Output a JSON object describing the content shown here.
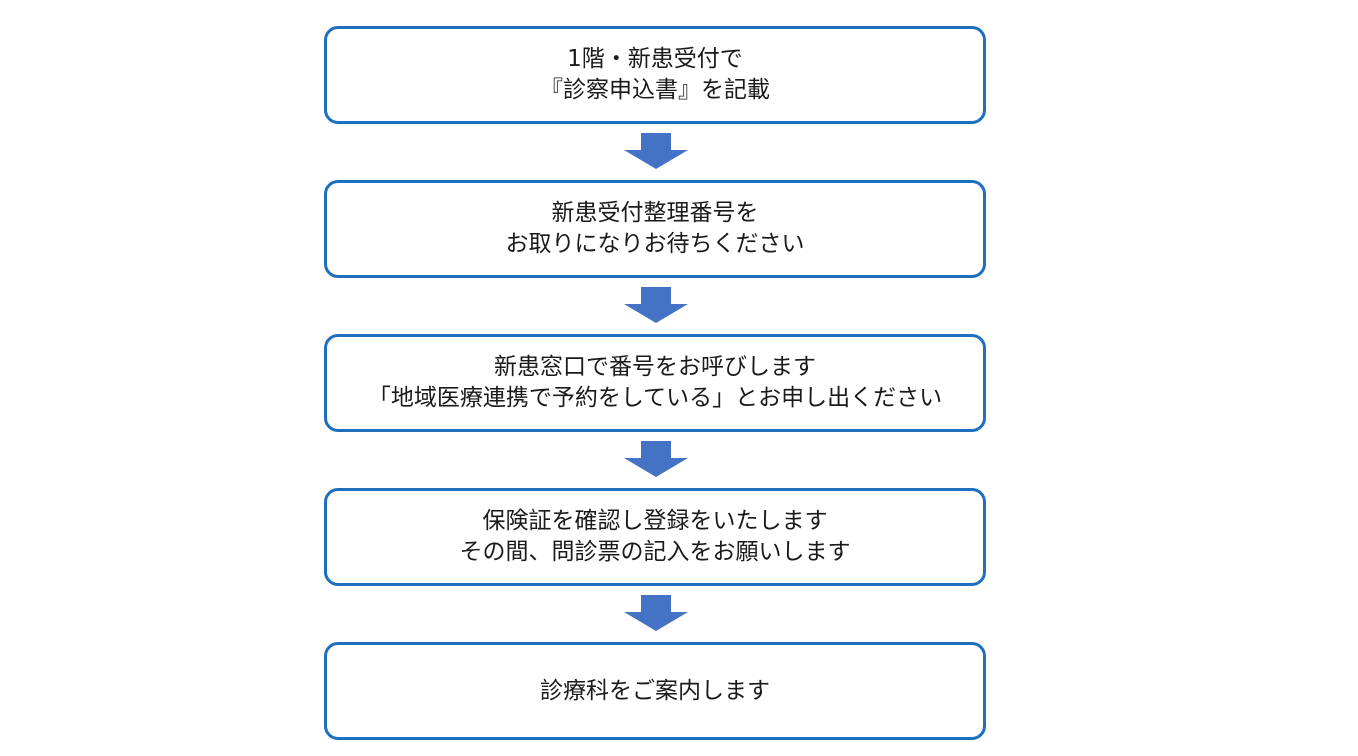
{
  "colors": {
    "box_border": "#1f6fbf",
    "arrow_fill": "#4472c4",
    "text": "#1a1a1a",
    "background": "#ffffff"
  },
  "steps": [
    {
      "lines": [
        "1階・新患受付で",
        "『診察申込書』を記載"
      ]
    },
    {
      "lines": [
        "新患受付整理番号を",
        "お取りになりお待ちください"
      ]
    },
    {
      "lines": [
        "新患窓口で番号をお呼びします",
        "「地域医療連携で予約をしている」とお申し出ください"
      ]
    },
    {
      "lines": [
        "保険証を確認し登録をいたします",
        "その間、問診票の記入をお願いします"
      ]
    },
    {
      "lines": [
        "診療科をご案内します"
      ]
    }
  ],
  "arrow_icon": "down-arrow-icon"
}
